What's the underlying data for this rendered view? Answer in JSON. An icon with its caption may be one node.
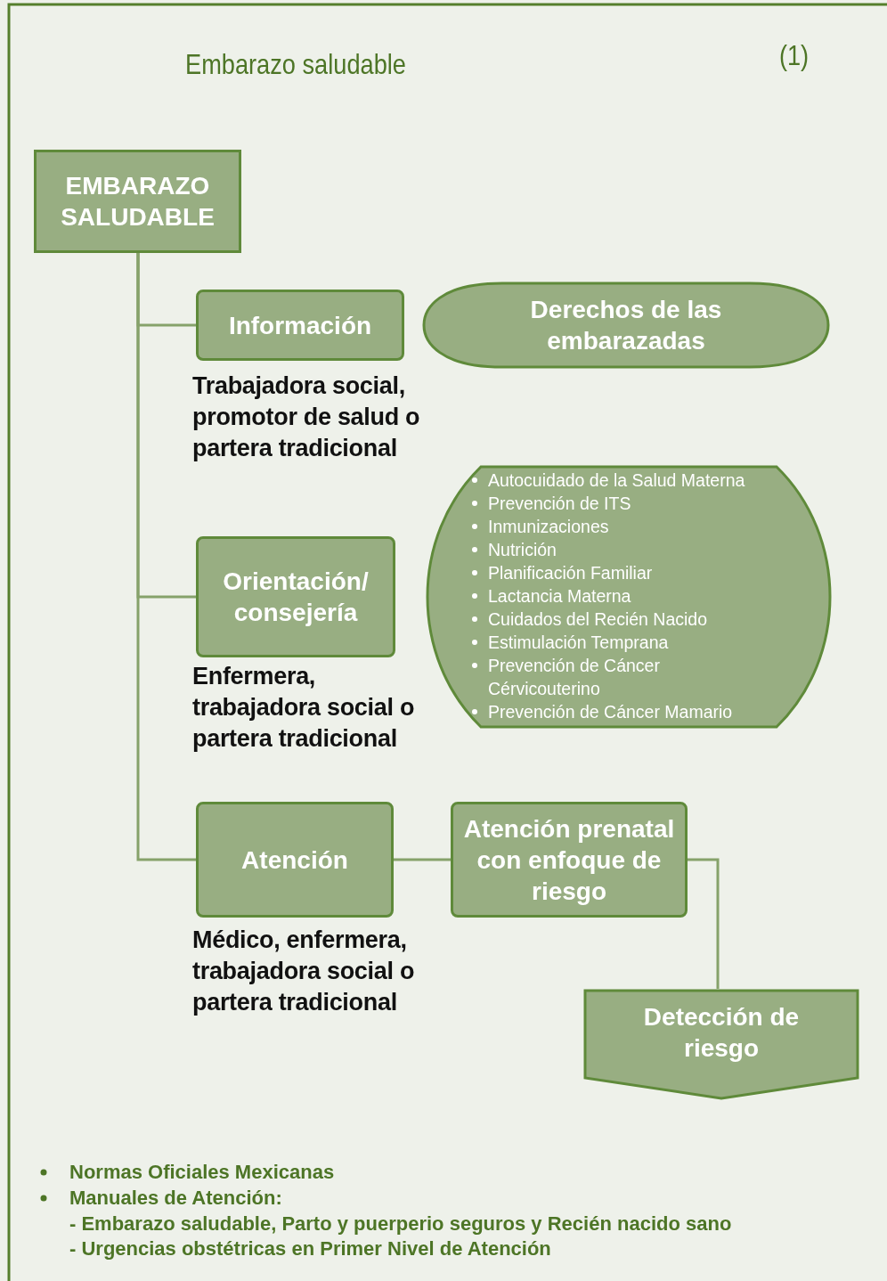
{
  "diagram": {
    "title": "Embarazo saludable",
    "nodes": [
      {
        "text": [
          "EMBARAZO SALUDABLE"
        ]
      },
      {
        "text": [
          "Información"
        ],
        "beside": [
          "Trabajadora social, promotor de salud o partera tradicional"
        ]
      },
      {
        "text": [
          "Derechos de las embarazadas"
        ]
      },
      {
        "text": [
          "Orientación/ consejería"
        ],
        "beside": [
          "Enfermera, trabajadora social o partera tradicional"
        ]
      },
      {
        "text": [
          "Autocuidado de la Salud Materna",
          "Prevención de ITS",
          "Inmunizaciones",
          "Nutrición",
          "Planificación Familiar",
          "Lactancia Materna",
          "Cuidados del Recién Nacido",
          "Estimulación Temprana",
          "Prevención de Cáncer Cérvicouterino",
          "Prevención de Cáncer Mamario"
        ]
      },
      {
        "text": [
          "Atención"
        ],
        "beside": [
          "Médico, enfermera, trabajadora social o partera tradicional"
        ]
      },
      {
        "text": [
          "Atención prenatal con enfoque de riesgo"
        ]
      },
      {
        "text": [
          "Detección de riesgo"
        ]
      }
    ],
    "edges": [
      {
        "from": 0,
        "to": 1,
        "arrow": "none"
      },
      {
        "from": 0,
        "to": 3,
        "arrow": "none"
      },
      {
        "from": 0,
        "to": 5,
        "arrow": "none"
      },
      {
        "from": 5,
        "to": 6,
        "arrow": "none"
      },
      {
        "from": 6,
        "to": 7,
        "arrow": "none"
      }
    ],
    "labels": [
      "(1)",
      "Normas Oficiales Mexicanas",
      "Manuales de Atención:",
      "- Embarazo saludable, Parto y puerperio seguros y Recién nacido sano",
      "- Urgencias obstétricas en Primer Nivel de Atención"
    ]
  }
}
